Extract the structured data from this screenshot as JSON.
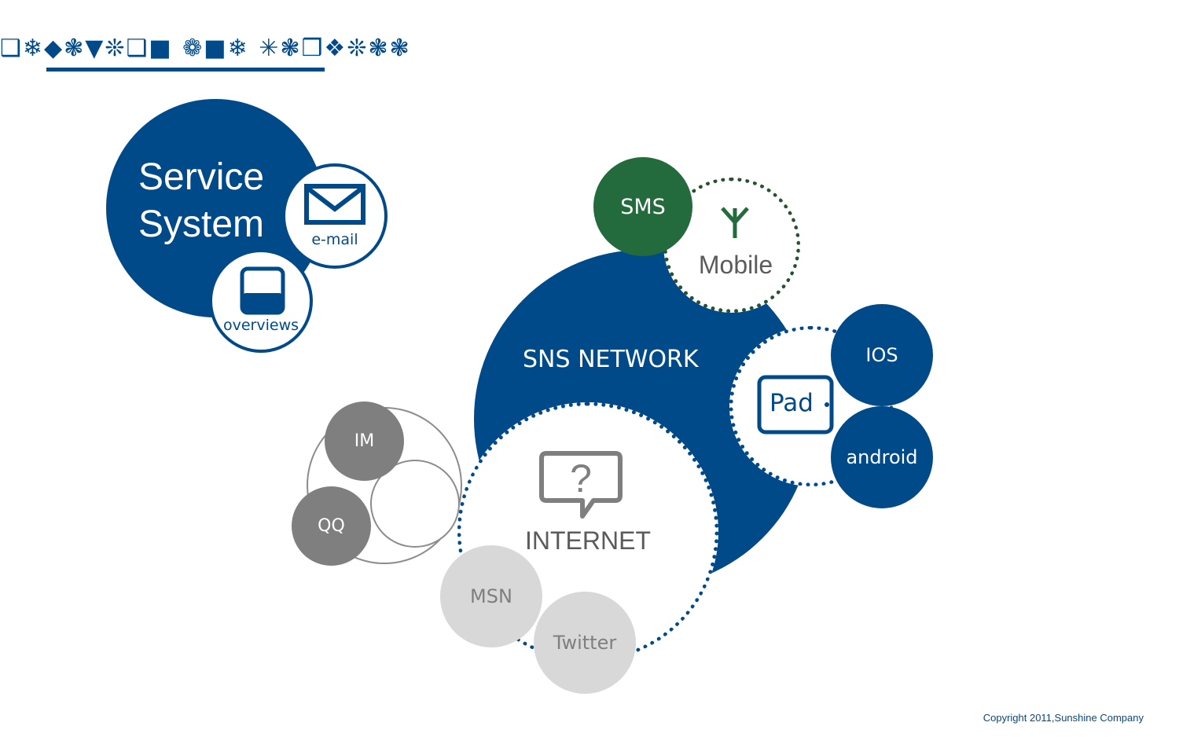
{
  "header": {
    "title": "❑❄◆❃▼❊❑■ ❁■❄ ✳❃❒❖❊❃❃"
  },
  "service_system": {
    "title_line1": "Service",
    "title_line2": "System",
    "email_label": "e-mail",
    "overviews_label": "overviews"
  },
  "sns": {
    "title": "SNS NETWORK",
    "sms_label": "SMS",
    "mobile_label": "Mobile",
    "pad_label": "Pad",
    "ios_label": "IOS",
    "android_label": "android",
    "internet_label": "INTERNET",
    "internet_icon_glyph": "?",
    "im_label": "IM",
    "qq_label": "QQ",
    "msn_label": "MSN",
    "twitter_label": "Twitter"
  },
  "footer": {
    "copyright": "Copyright 2011,Sunshine Company"
  },
  "colors": {
    "blue": "#004a8a",
    "green": "#236a3c",
    "grey_dark": "#7f7f7f",
    "grey_light": "#d8d8d8",
    "text_grey": "#5b5b5b"
  },
  "icons": [
    "envelope-icon",
    "document-icon",
    "antenna-icon",
    "question-bubble-icon",
    "tablet-icon"
  ]
}
